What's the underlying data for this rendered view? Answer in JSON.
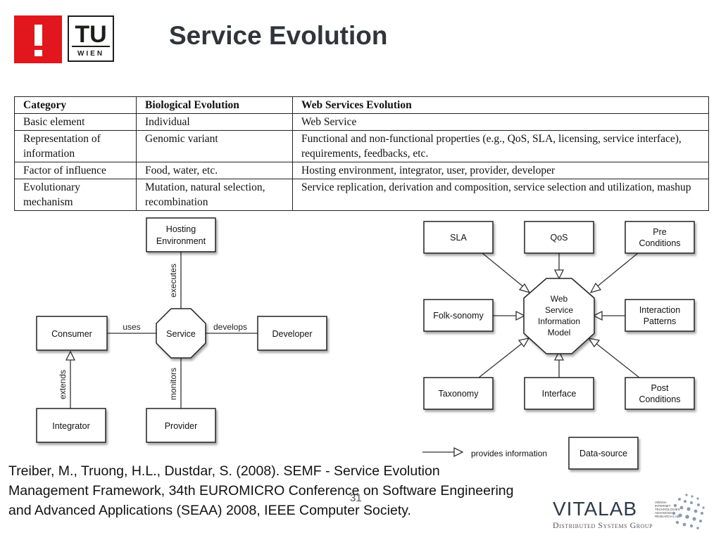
{
  "header": {
    "title": "Service Evolution",
    "logo_tu_top": "TU",
    "logo_tu_bottom": "WIEN"
  },
  "comparison_table": {
    "headers": [
      "Category",
      "Biological Evolution",
      "Web Services Evolution"
    ],
    "rows": [
      [
        "Basic element",
        "Individual",
        "Web Service"
      ],
      [
        "Representation of information",
        "Genomic variant",
        "Functional and non-functional properties (e.g., QoS, SLA, licensing, service interface), requirements, feedbacks, etc."
      ],
      [
        "Factor of influence",
        "Food, water, etc.",
        "Hosting environment, integrator, user, provider, developer"
      ],
      [
        "Evolutionary mechanism",
        "Mutation, natural selection, recombination",
        "Service replication, derivation and composition, service selection and utilization, mashup"
      ]
    ]
  },
  "service_diagram": {
    "center": "Service",
    "hosting": "Hosting Environment",
    "hosting_line1": "Hosting",
    "hosting_line2": "Environment",
    "consumer": "Consumer",
    "developer": "Developer",
    "integrator": "Integrator",
    "provider": "Provider",
    "rel_executes": "executes",
    "rel_uses": "uses",
    "rel_develops": "develops",
    "rel_monitors": "monitors",
    "rel_extends": "extends"
  },
  "info_model_diagram": {
    "center_lines": [
      "Web",
      "Service",
      "Information",
      "Model"
    ],
    "sla": "SLA",
    "qos": "QoS",
    "pre_conditions": [
      "Pre",
      "Conditions"
    ],
    "folksonomy": "Folk-sonomy",
    "interaction_patterns": [
      "Interaction",
      "Patterns"
    ],
    "taxonomy": "Taxonomy",
    "interface": "Interface",
    "post_conditions": [
      "Post",
      "Conditions"
    ],
    "legend_label": "provides information",
    "legend_box": "Data-source"
  },
  "citation": "Treiber, M., Truong, H.L., Dustdar, S. (2008). SEMF - Service Evolution Management Framework, 34th EUROMICRO Conference on Software Engineering and Advanced Applications (SEAA) 2008, IEEE Computer Society.",
  "page_number": "31",
  "footer_logo": {
    "brand": "VITALAB",
    "tagline": "Distributed Systems Group",
    "subtext": "VIENNA INTERNET TECHNOLOGIES ADVANCED RESEARCH LAB"
  },
  "colors": {
    "accent_red": "#e2161d",
    "title_color": "#30353b"
  }
}
